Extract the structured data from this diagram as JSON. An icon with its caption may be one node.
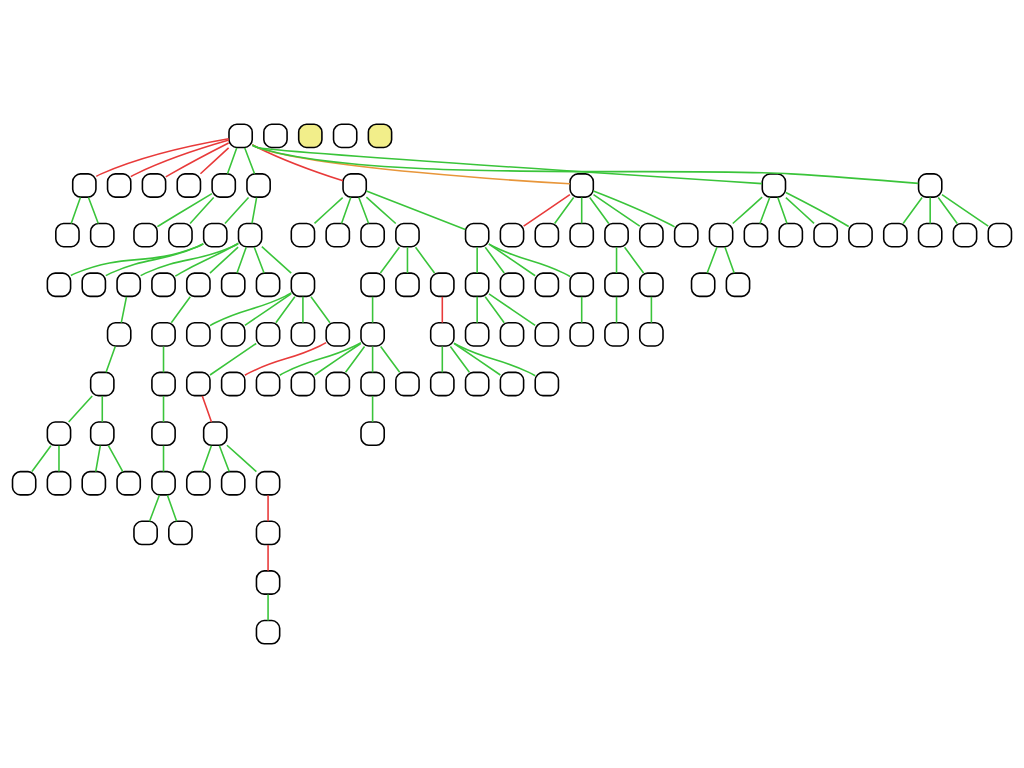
{
  "diagram": {
    "nodes": [
      {
        "text": [],
        "shape": "box"
      },
      {
        "text": [],
        "shape": "box"
      },
      {
        "text": [],
        "shape": "box"
      },
      {
        "text": [],
        "shape": "box"
      },
      {
        "text": [],
        "shape": "box"
      },
      {
        "text": [],
        "shape": "box"
      },
      {
        "text": [],
        "shape": "box"
      },
      {
        "text": [],
        "shape": "box"
      },
      {
        "text": [],
        "shape": "box"
      },
      {
        "text": [],
        "shape": "box"
      },
      {
        "text": [],
        "shape": "box"
      },
      {
        "text": [],
        "shape": "box"
      },
      {
        "text": [],
        "shape": "box"
      },
      {
        "text": [],
        "shape": "box"
      },
      {
        "text": [],
        "shape": "box"
      },
      {
        "text": [],
        "shape": "box"
      },
      {
        "text": [],
        "shape": "box"
      },
      {
        "text": [],
        "shape": "box"
      },
      {
        "text": [],
        "shape": "box"
      },
      {
        "text": [],
        "shape": "box"
      },
      {
        "text": [],
        "shape": "box"
      },
      {
        "text": [],
        "shape": "box"
      },
      {
        "text": [],
        "shape": "box"
      },
      {
        "text": [],
        "shape": "box"
      },
      {
        "text": [],
        "shape": "box"
      },
      {
        "text": [],
        "shape": "box"
      },
      {
        "text": [],
        "shape": "box"
      },
      {
        "text": [],
        "shape": "box"
      },
      {
        "text": [],
        "shape": "box"
      },
      {
        "text": [],
        "shape": "box"
      },
      {
        "text": [],
        "shape": "box"
      },
      {
        "text": [],
        "shape": "box"
      },
      {
        "text": [],
        "shape": "box"
      },
      {
        "text": [],
        "shape": "box"
      },
      {
        "text": [],
        "shape": "box"
      },
      {
        "text": [],
        "shape": "box"
      },
      {
        "text": [],
        "shape": "box"
      },
      {
        "text": [],
        "shape": "box"
      },
      {
        "text": [],
        "shape": "box"
      },
      {
        "text": [],
        "shape": "box"
      },
      {
        "text": [],
        "shape": "box"
      },
      {
        "text": [],
        "shape": "box"
      },
      {
        "text": [],
        "shape": "box"
      },
      {
        "text": [],
        "shape": "box"
      },
      {
        "text": [],
        "shape": "box"
      },
      {
        "text": [],
        "shape": "box"
      },
      {
        "text": [],
        "shape": "box"
      },
      {
        "text": [],
        "shape": "box"
      },
      {
        "text": [],
        "shape": "box"
      },
      {
        "text": [],
        "shape": "box"
      },
      {
        "text": [],
        "shape": "box"
      },
      {
        "text": [],
        "shape": "box"
      },
      {
        "text": [],
        "shape": "box"
      },
      {
        "text": [],
        "shape": "box"
      },
      {
        "text": [],
        "shape": "box"
      },
      {
        "text": [],
        "shape": "box"
      },
      {
        "text": [],
        "shape": "box"
      },
      {
        "text": [],
        "shape": "box"
      },
      {
        "text": [],
        "shape": "box"
      },
      {
        "text": [],
        "shape": "box"
      },
      {
        "text": [],
        "shape": "box"
      },
      {
        "text": [],
        "shape": "box"
      },
      {
        "text": [],
        "shape": "box"
      },
      {
        "text": [],
        "shape": "box"
      },
      {
        "text": [],
        "shape": "box"
      },
      {
        "text": [],
        "shape": "box"
      },
      {
        "text": [],
        "shape": "box"
      },
      {
        "text": [],
        "shape": "box"
      },
      {
        "text": [],
        "shape": "box"
      },
      {
        "text": [],
        "shape": "box"
      },
      {
        "text": [],
        "shape": "box"
      },
      {
        "text": [],
        "shape": "box"
      },
      {
        "text": [],
        "shape": "box"
      },
      {
        "text": [],
        "shape": "box"
      },
      {
        "text": [],
        "shape": "box"
      },
      {
        "text": [],
        "shape": "box"
      },
      {
        "text": [],
        "shape": "box"
      },
      {
        "text": [],
        "shape": "box"
      },
      {
        "text": [],
        "shape": "box"
      },
      {
        "text": [],
        "shape": "box"
      },
      {
        "text": [],
        "shape": "box"
      },
      {
        "text": [],
        "shape": "box"
      },
      {
        "text": [],
        "shape": "box"
      },
      {
        "text": [],
        "shape": "box"
      },
      {
        "text": [],
        "shape": "box"
      },
      {
        "text": [],
        "shape": "box"
      },
      {
        "text": [],
        "shape": "box"
      },
      {
        "text": [],
        "shape": "box"
      },
      {
        "text": [],
        "shape": "box"
      },
      {
        "text": [],
        "shape": "box"
      },
      {
        "text": [],
        "shape": "box"
      },
      {
        "text": [],
        "shape": "box"
      },
      {
        "text": [],
        "shape": "box"
      },
      {
        "text": [],
        "shape": "box"
      },
      {
        "text": [],
        "shape": "box"
      },
      {
        "text": [],
        "shape": "box"
      },
      {
        "text": [],
        "shape": "box"
      },
      {
        "text": [],
        "shape": "box"
      },
      {
        "text": [],
        "shape": "box"
      },
      {
        "text": [],
        "shape": "box"
      },
      {
        "text": [],
        "shape": "box"
      },
      {
        "text": [],
        "shape": "box"
      },
      {
        "text": [],
        "shape": "box"
      },
      {
        "text": [],
        "shape": "box"
      },
      {
        "text": [],
        "shape": "box"
      },
      {
        "text": [],
        "shape": "box"
      }
    ],
    "edges": [
      {
        "from": 0,
        "to": 1,
        "arrow": "none",
        "color": "#e83a3a"
      },
      {
        "from": 0,
        "to": 2,
        "arrow": "none",
        "color": "#e83a3a"
      },
      {
        "from": 0,
        "to": 3,
        "arrow": "none",
        "color": "#e83a3a"
      },
      {
        "from": 0,
        "to": 4,
        "arrow": "none",
        "color": "#e83a3a"
      },
      {
        "from": 0,
        "to": 5,
        "arrow": "none"
      },
      {
        "from": 0,
        "to": 6,
        "arrow": "none"
      },
      {
        "from": 0,
        "to": 7,
        "arrow": "none",
        "color": "#e83a3a"
      },
      {
        "from": 0,
        "to": 8,
        "arrow": "none",
        "color": "#e8963a"
      },
      {
        "from": 0,
        "to": 9,
        "arrow": "none"
      },
      {
        "from": 0,
        "to": 10,
        "arrow": "none"
      },
      {
        "from": 1,
        "to": 11,
        "arrow": "none"
      },
      {
        "from": 1,
        "to": 12,
        "arrow": "none"
      },
      {
        "from": 5,
        "to": 13,
        "arrow": "none"
      },
      {
        "from": 5,
        "to": 14,
        "arrow": "none"
      },
      {
        "from": 6,
        "to": 15,
        "arrow": "none"
      },
      {
        "from": 6,
        "to": 16,
        "arrow": "none"
      },
      {
        "from": 15,
        "to": 17,
        "arrow": "none"
      },
      {
        "from": 15,
        "to": 18,
        "arrow": "none"
      },
      {
        "from": 16,
        "to": 19,
        "arrow": "none"
      },
      {
        "from": 16,
        "to": 20,
        "arrow": "none"
      },
      {
        "from": 16,
        "to": 21,
        "arrow": "none"
      },
      {
        "from": 16,
        "to": 22,
        "arrow": "none"
      },
      {
        "from": 16,
        "to": 23,
        "arrow": "none"
      },
      {
        "from": 16,
        "to": 24,
        "arrow": "none"
      },
      {
        "from": 19,
        "to": 25,
        "arrow": "none"
      },
      {
        "from": 25,
        "to": 26,
        "arrow": "none"
      },
      {
        "from": 26,
        "to": 27,
        "arrow": "none"
      },
      {
        "from": 26,
        "to": 28,
        "arrow": "none"
      },
      {
        "from": 27,
        "to": 29,
        "arrow": "none"
      },
      {
        "from": 27,
        "to": 30,
        "arrow": "none"
      },
      {
        "from": 28,
        "to": 31,
        "arrow": "none"
      },
      {
        "from": 28,
        "to": 32,
        "arrow": "none"
      },
      {
        "from": 21,
        "to": 33,
        "arrow": "none"
      },
      {
        "from": 33,
        "to": 34,
        "arrow": "none"
      },
      {
        "from": 34,
        "to": 35,
        "arrow": "none"
      },
      {
        "from": 35,
        "to": 36,
        "arrow": "none"
      },
      {
        "from": 36,
        "to": 37,
        "arrow": "none"
      },
      {
        "from": 36,
        "to": 38,
        "arrow": "none"
      },
      {
        "from": 24,
        "to": 39,
        "arrow": "none"
      },
      {
        "from": 24,
        "to": 40,
        "arrow": "none"
      },
      {
        "from": 24,
        "to": 41,
        "arrow": "none"
      },
      {
        "from": 24,
        "to": 42,
        "arrow": "none"
      },
      {
        "from": 24,
        "to": 43,
        "arrow": "none"
      },
      {
        "from": 41,
        "to": 44,
        "arrow": "none"
      },
      {
        "from": 44,
        "to": 45,
        "arrow": "none",
        "color": "#e83a3a"
      },
      {
        "from": 45,
        "to": 46,
        "arrow": "none"
      },
      {
        "from": 45,
        "to": 47,
        "arrow": "none"
      },
      {
        "from": 45,
        "to": 48,
        "arrow": "none"
      },
      {
        "from": 48,
        "to": 49,
        "arrow": "none",
        "color": "#e83a3a"
      },
      {
        "from": 49,
        "to": 50,
        "arrow": "none",
        "color": "#e83a3a"
      },
      {
        "from": 50,
        "to": 51,
        "arrow": "none"
      },
      {
        "from": 43,
        "to": 52,
        "arrow": "none",
        "color": "#e83a3a"
      },
      {
        "from": 7,
        "to": 53,
        "arrow": "none"
      },
      {
        "from": 7,
        "to": 54,
        "arrow": "none"
      },
      {
        "from": 7,
        "to": 55,
        "arrow": "none"
      },
      {
        "from": 7,
        "to": 56,
        "arrow": "none"
      },
      {
        "from": 7,
        "to": 57,
        "arrow": "none"
      },
      {
        "from": 56,
        "to": 58,
        "arrow": "none"
      },
      {
        "from": 56,
        "to": 59,
        "arrow": "none"
      },
      {
        "from": 56,
        "to": 60,
        "arrow": "none"
      },
      {
        "from": 58,
        "to": 61,
        "arrow": "none"
      },
      {
        "from": 61,
        "to": 62,
        "arrow": "none"
      },
      {
        "from": 61,
        "to": 63,
        "arrow": "none"
      },
      {
        "from": 61,
        "to": 64,
        "arrow": "none"
      },
      {
        "from": 61,
        "to": 65,
        "arrow": "none"
      },
      {
        "from": 61,
        "to": 66,
        "arrow": "none"
      },
      {
        "from": 65,
        "to": 67,
        "arrow": "none"
      },
      {
        "from": 60,
        "to": 68,
        "arrow": "none",
        "color": "#e83a3a"
      },
      {
        "from": 68,
        "to": 69,
        "arrow": "none"
      },
      {
        "from": 68,
        "to": 70,
        "arrow": "none"
      },
      {
        "from": 68,
        "to": 71,
        "arrow": "none"
      },
      {
        "from": 68,
        "to": 72,
        "arrow": "none"
      },
      {
        "from": 57,
        "to": 73,
        "arrow": "none"
      },
      {
        "from": 57,
        "to": 74,
        "arrow": "none"
      },
      {
        "from": 57,
        "to": 75,
        "arrow": "none"
      },
      {
        "from": 57,
        "to": 76,
        "arrow": "none"
      },
      {
        "from": 73,
        "to": 77,
        "arrow": "none"
      },
      {
        "from": 73,
        "to": 78,
        "arrow": "none"
      },
      {
        "from": 73,
        "to": 79,
        "arrow": "none"
      },
      {
        "from": 76,
        "to": 80,
        "arrow": "none"
      },
      {
        "from": 8,
        "to": 81,
        "arrow": "none",
        "color": "#e83a3a"
      },
      {
        "from": 8,
        "to": 82,
        "arrow": "none"
      },
      {
        "from": 8,
        "to": 83,
        "arrow": "none"
      },
      {
        "from": 8,
        "to": 84,
        "arrow": "none"
      },
      {
        "from": 8,
        "to": 85,
        "arrow": "none"
      },
      {
        "from": 8,
        "to": 86,
        "arrow": "none"
      },
      {
        "from": 84,
        "to": 87,
        "arrow": "none"
      },
      {
        "from": 84,
        "to": 88,
        "arrow": "none"
      },
      {
        "from": 87,
        "to": 89,
        "arrow": "none"
      },
      {
        "from": 88,
        "to": 90,
        "arrow": "none"
      },
      {
        "from": 9,
        "to": 91,
        "arrow": "none"
      },
      {
        "from": 9,
        "to": 92,
        "arrow": "none"
      },
      {
        "from": 9,
        "to": 93,
        "arrow": "none"
      },
      {
        "from": 9,
        "to": 94,
        "arrow": "none"
      },
      {
        "from": 9,
        "to": 95,
        "arrow": "none"
      },
      {
        "from": 91,
        "to": 96,
        "arrow": "none"
      },
      {
        "from": 91,
        "to": 97,
        "arrow": "none"
      },
      {
        "from": 10,
        "to": 98,
        "arrow": "none"
      },
      {
        "from": 10,
        "to": 99,
        "arrow": "none"
      },
      {
        "from": 10,
        "to": 100,
        "arrow": "none"
      },
      {
        "from": 10,
        "to": 101,
        "arrow": "none"
      }
    ]
  }
}
